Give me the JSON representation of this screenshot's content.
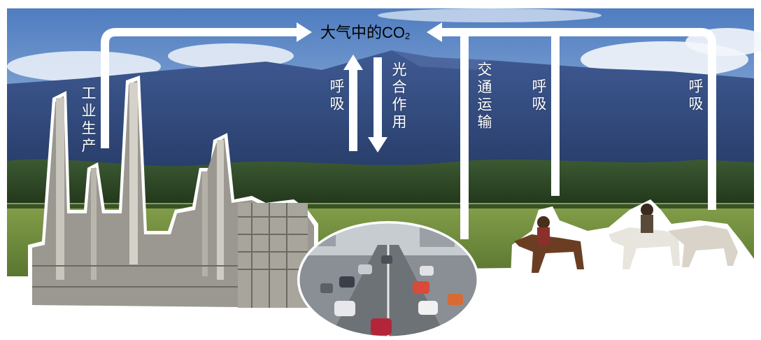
{
  "diagram": {
    "center_label_main": "大气中的CO",
    "center_label_sub": "2",
    "labels": {
      "industry": "工业生产",
      "respiration_plants": "呼吸",
      "photosynthesis": "光合作用",
      "transport": "交通运输",
      "respiration_rider1": "呼吸",
      "respiration_rider2": "呼吸"
    },
    "scenes": [
      "industrial-plant",
      "mountain-forest",
      "highway-traffic",
      "horse-riders"
    ]
  },
  "colors": {
    "sky_top": "#5b86c4",
    "sky_bottom": "#a9c4e4",
    "mountain": "#314a7e",
    "forest": "#2e4a22",
    "field": "#6e8a3a",
    "arrow": "#ffffff"
  }
}
